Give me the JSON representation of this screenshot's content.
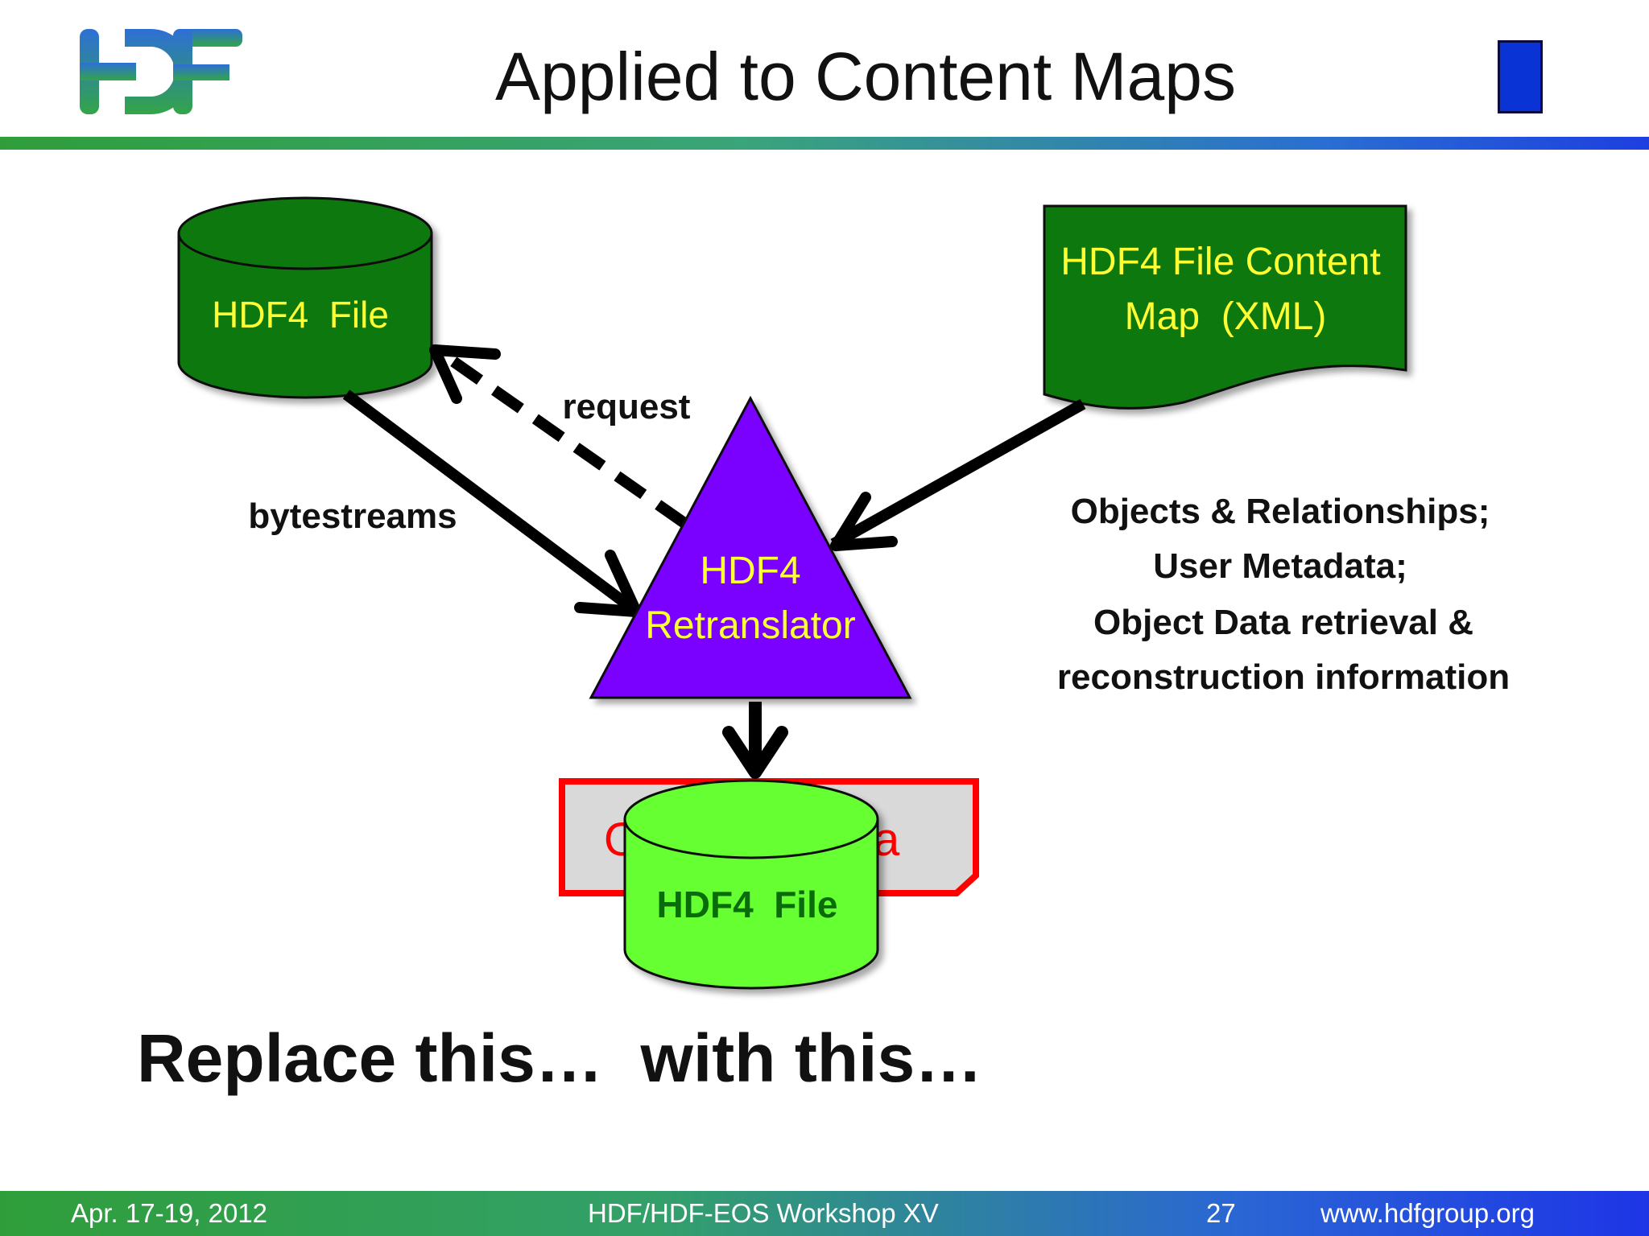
{
  "title": "Applied to Content Maps",
  "logo": {
    "text": "HDF",
    "colors": [
      "#2d6fd6",
      "#33a548"
    ]
  },
  "diagram": {
    "hdf4_file_top": "HDF4  File",
    "content_map_line1": "HDF4 File Content",
    "content_map_line2": "Map  (XML)",
    "retranslator_line1": "HDF4",
    "retranslator_line2": "Retranslator",
    "request_label": "request",
    "bytestreams_label": "bytestreams",
    "info_lines": [
      "Objects & Relationships;",
      "User Metadata;",
      "Object Data retrieval &",
      "reconstruction information"
    ],
    "partially_hidden_label_left": "O",
    "partially_hidden_label_right": "a",
    "hdf4_file_bottom": "HDF4  File",
    "colors": {
      "dark_green": "#087808",
      "bright_green": "#66ff33",
      "purple": "#7a00ff",
      "yellow_text": "#ffff33",
      "red_border": "#ff0000"
    }
  },
  "caption": "Replace this…  with this…",
  "footer": {
    "date": "Apr. 17-19, 2012",
    "event": "HDF/HDF-EOS Workshop XV",
    "page": "27",
    "url": "www.hdfgroup.org"
  }
}
